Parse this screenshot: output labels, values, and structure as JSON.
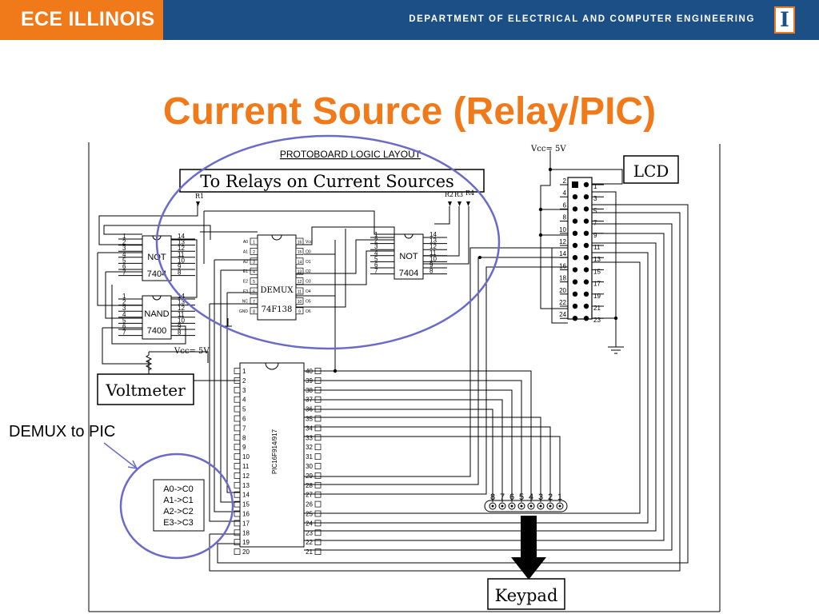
{
  "header": {
    "brand": "ECE ILLINOIS",
    "department": "DEPARTMENT OF ELECTRICAL AND COMPUTER ENGINEERING",
    "logo_letter": "I"
  },
  "slide": {
    "title": "Current Source (Relay/PIC)",
    "side_label": "DEMUX to PIC"
  },
  "schematic": {
    "protoboard_title": "PROTOBOARD LOGIC LAYOUT",
    "relays_box": "To Relays on Current Sources",
    "relay_r1": "R1",
    "relay_r2": "R2",
    "relay_r3": "R3",
    "relay_r4": "R4",
    "vcc_top": "Vcc= 5V",
    "lcd": "LCD",
    "not_label": "NOT",
    "chip_7404": "7404",
    "nand_label": "NAND",
    "chip_7400": "7400",
    "demux_label": "DEMUX",
    "chip_74f138": "74F138",
    "vcc_left": "Vcc= 5V",
    "voltmeter": "Voltmeter",
    "pic_label": "PIC16F914/917",
    "keypad": "Keypad",
    "mapping": [
      "A0->C0",
      "A1->C1",
      "A2->C2",
      "E3->C3"
    ],
    "lcd_pins_left": [
      "2",
      "4",
      "6",
      "8",
      "10",
      "12",
      "14",
      "16",
      "18",
      "20",
      "22",
      "24"
    ],
    "lcd_pins_right": [
      "1",
      "3",
      "5",
      "7",
      "9",
      "11",
      "13",
      "15",
      "17",
      "19",
      "21",
      "23"
    ],
    "pic_pins_left": [
      "1",
      "2",
      "3",
      "4",
      "5",
      "6",
      "7",
      "8",
      "9",
      "10",
      "11",
      "12",
      "13",
      "14",
      "15",
      "16",
      "17",
      "18",
      "19",
      "20"
    ],
    "pic_pins_right": [
      "40",
      "39",
      "38",
      "37",
      "36",
      "35",
      "34",
      "33",
      "32",
      "31",
      "30",
      "29",
      "28",
      "27",
      "26",
      "25",
      "24",
      "23",
      "22",
      "21"
    ],
    "gate_pins_left": [
      "1",
      "2",
      "3",
      "4",
      "5",
      "6",
      "7"
    ],
    "gate_pins_right": [
      "14",
      "13",
      "12",
      "11",
      "10",
      "9",
      "8"
    ],
    "demux_pins_left": [
      "A0",
      "A1",
      "A2",
      "E1",
      "E2",
      "E3",
      "NC",
      "GND"
    ],
    "demux_pins_right": [
      "Vcc",
      "O0",
      "O1",
      "O2",
      "O3",
      "O4",
      "O5",
      "O6"
    ],
    "keypad_pins": [
      "8",
      "7",
      "6",
      "5",
      "4",
      "3",
      "2",
      "1"
    ]
  }
}
